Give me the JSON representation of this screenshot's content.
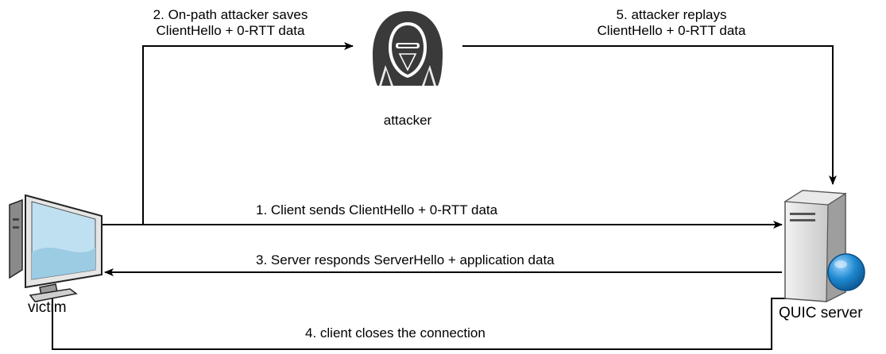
{
  "nodes": {
    "attacker": {
      "label": "attacker",
      "icon": "hooded-attacker-icon"
    },
    "victim": {
      "label": "victim",
      "icon": "desktop-computer-icon"
    },
    "server": {
      "label": "QUIC server",
      "icon": "server-tower-icon"
    }
  },
  "steps": {
    "step1": {
      "text": "1. Client sends ClientHello + 0-RTT data"
    },
    "step2": {
      "line1": "2. On-path attacker saves",
      "line2": "ClientHello + 0-RTT data"
    },
    "step3": {
      "text": "3. Server responds ServerHello + application data"
    },
    "step4": {
      "text": "4. client closes the connection"
    },
    "step5": {
      "line1": "5. attacker replays",
      "line2": "ClientHello + 0-RTT data"
    }
  },
  "colors": {
    "line": "#000000",
    "screen": "#bfe0f0",
    "case": "#d9d9d9",
    "globe": "#1e88d0",
    "attacker": "#3a3a3a"
  }
}
